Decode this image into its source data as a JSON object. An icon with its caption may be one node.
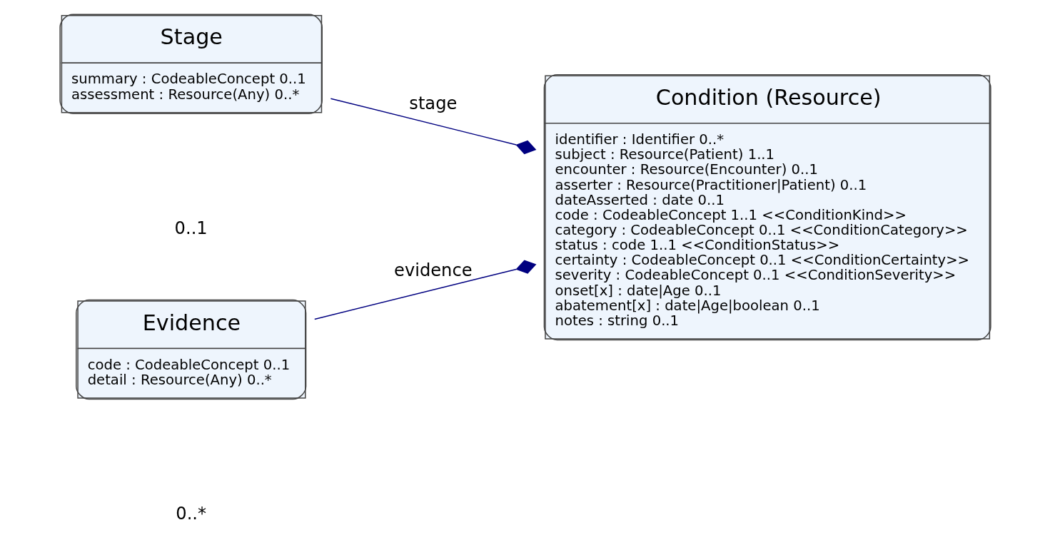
{
  "diagram": {
    "nodes": [
      {
        "text": [
          "Stage",
          "summary : CodeableConcept 0..1",
          "assessment : Resource(Any) 0..*"
        ]
      },
      {
        "text": [
          "Condition (Resource)",
          "identifier : Identifier 0..*",
          "subject : Resource(Patient) 1..1",
          "encounter : Resource(Encounter) 0..1",
          "asserter : Resource(Practitioner|Patient) 0..1",
          "dateAsserted : date 0..1",
          "code : CodeableConcept 1..1 <<ConditionKind>>",
          "category : CodeableConcept 0..1 <<ConditionCategory>>",
          "status : code 1..1 <<ConditionStatus>>",
          "certainty : CodeableConcept 0..1 <<ConditionCertainty>>",
          "severity : CodeableConcept 0..1 <<ConditionSeverity>>",
          "onset[x] : date|Age 0..1",
          "abatement[x] : date|Age|boolean 0..1",
          "notes : string 0..1"
        ]
      },
      {
        "text": [
          "Evidence",
          "code : CodeableConcept 0..1",
          "detail : Resource(Any) 0..*"
        ]
      }
    ],
    "edges": [
      {
        "from": 0,
        "to": 1,
        "arrow": "other",
        "label": "stage"
      },
      {
        "from": 2,
        "to": 1,
        "arrow": "other",
        "label": "evidence"
      }
    ],
    "labels": [
      "0..1",
      "0..*"
    ]
  }
}
